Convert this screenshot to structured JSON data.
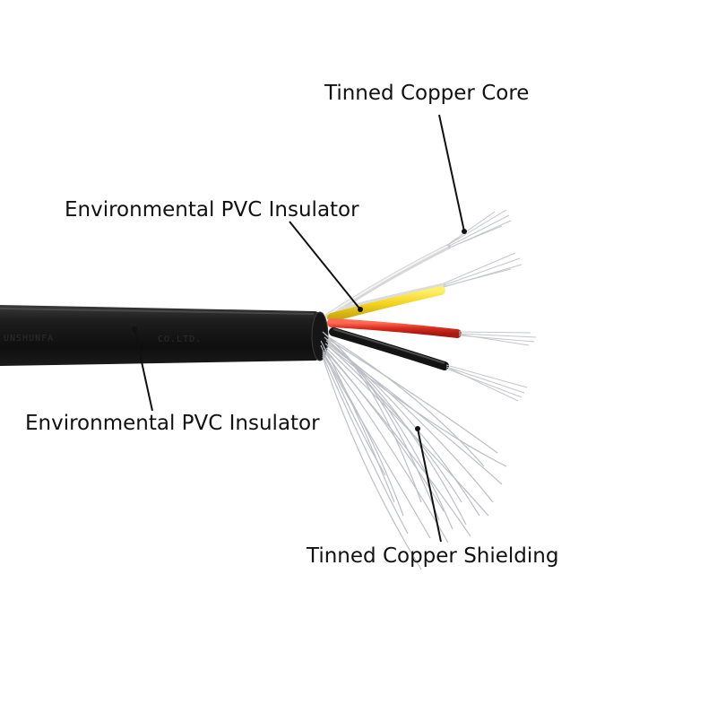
{
  "labels": {
    "tinned_copper_core": "Tinned Copper Core",
    "inner_insulator": "Environmental PVC Insulator",
    "outer_insulator": "Environmental PVC Insulator",
    "tinned_copper_shielding": "Tinned Copper Shielding"
  },
  "cable_print": {
    "left": "UNSHUNFA",
    "right": "CO.LTD."
  },
  "colors": {
    "jacket": "#1a1a1a",
    "wire_white": "#e6e6e6",
    "wire_yellow": "#f2d21c",
    "wire_red": "#d92b1d",
    "wire_black": "#151515",
    "copper_strand": "#b9bcc2",
    "leader_line": "#111111"
  }
}
